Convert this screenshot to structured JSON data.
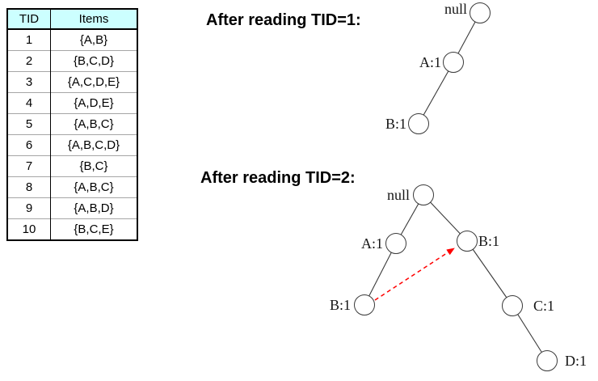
{
  "table": {
    "headers": {
      "tid": "TID",
      "items": "Items"
    },
    "rows": [
      {
        "tid": "1",
        "items": "{A,B}"
      },
      {
        "tid": "2",
        "items": "{B,C,D}"
      },
      {
        "tid": "3",
        "items": "{A,C,D,E}"
      },
      {
        "tid": "4",
        "items": "{A,D,E}"
      },
      {
        "tid": "5",
        "items": "{A,B,C}"
      },
      {
        "tid": "6",
        "items": "{A,B,C,D}"
      },
      {
        "tid": "7",
        "items": "{B,C}"
      },
      {
        "tid": "8",
        "items": "{A,B,C}"
      },
      {
        "tid": "9",
        "items": "{A,B,D}"
      },
      {
        "tid": "10",
        "items": "{B,C,E}"
      }
    ]
  },
  "tree1": {
    "heading": "After reading TID=1:",
    "nodes": {
      "root": {
        "label": "null"
      },
      "a1": {
        "label": "A:1"
      },
      "b1": {
        "label": "B:1"
      }
    },
    "edges": [
      [
        "null",
        "A:1"
      ],
      [
        "A:1",
        "B:1"
      ]
    ]
  },
  "tree2": {
    "heading": "After reading TID=2:",
    "nodes": {
      "root": {
        "label": "null"
      },
      "a1": {
        "label": "A:1"
      },
      "b1_left": {
        "label": "B:1"
      },
      "b1_right": {
        "label": "B:1"
      },
      "c1": {
        "label": "C:1"
      },
      "d1": {
        "label": "D:1"
      }
    },
    "edges": [
      [
        "null",
        "A:1"
      ],
      [
        "null",
        "B:1"
      ],
      [
        "A:1",
        "B:1"
      ],
      [
        "B:1",
        "C:1"
      ],
      [
        "C:1",
        "D:1"
      ]
    ],
    "node_link": {
      "from": "B:1",
      "to": "B:1",
      "style": "dashed-arrow"
    }
  },
  "colors": {
    "edge": "#3A3A3A",
    "node_stroke": "#3A3A3A",
    "node_fill": "#FFFFFF",
    "node_link": "#FF0000",
    "table_header_bg": "#CCFFFF",
    "text": "#000000"
  }
}
